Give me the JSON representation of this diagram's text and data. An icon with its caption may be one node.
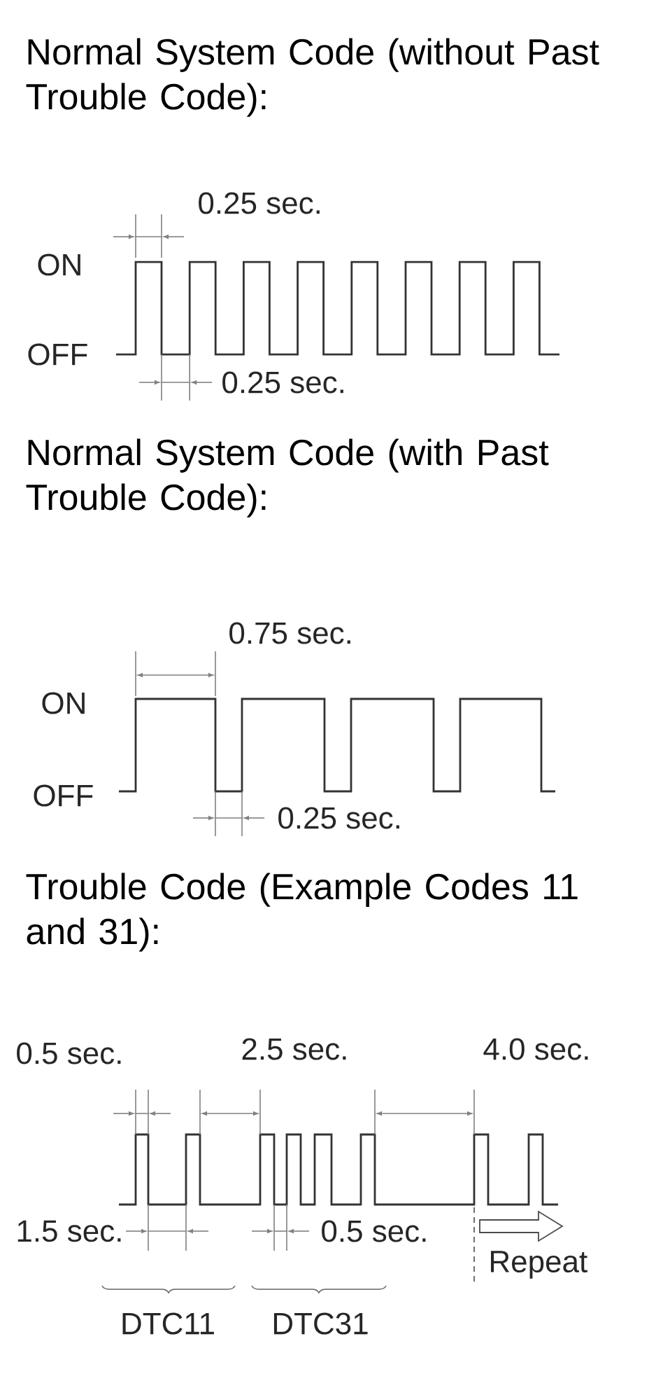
{
  "diagram": {
    "labels": [
      "Normal System Code (without Past Trouble Code):",
      "0.25 sec.",
      "ON",
      "OFF",
      "0.25 sec.",
      "Normal System Code (with Past Trouble Code):",
      "0.75 sec.",
      "ON",
      "OFF",
      "0.25 sec.",
      "Trouble Code (Example Codes 11 and 31):",
      "0.5 sec.",
      "2.5 sec.",
      "4.0 sec.",
      "1.5 sec.",
      "0.5 sec.",
      "Repeat",
      "DTC11",
      "DTC31"
    ]
  }
}
